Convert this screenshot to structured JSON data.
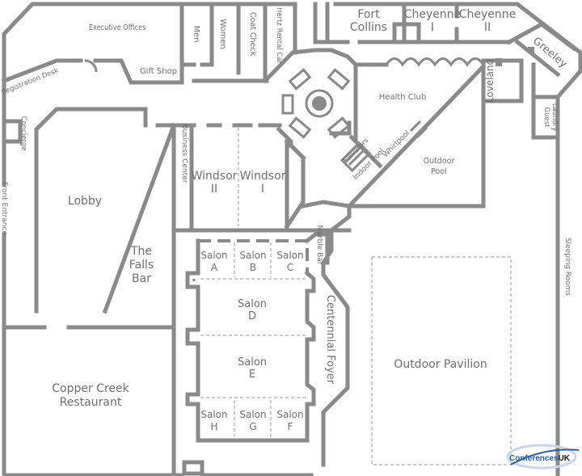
{
  "rooms": {
    "executive_offices": "Executive Offices",
    "men": "Men",
    "women": "Women",
    "coat_check": "Coat Check",
    "hertz_rental_car": "Hertz Rental Car",
    "fort_collins": [
      "Fort",
      "Collins"
    ],
    "cheyenne_1": [
      "Cheyenne",
      "I"
    ],
    "cheyenne_2": [
      "Cheyenne",
      "II"
    ],
    "greeley": "Greeley",
    "loveland": "Loveland",
    "guest_laundry": [
      "Guest",
      "Laundry"
    ],
    "registration_desk": "Registration Desk",
    "gift_shop": "Gift Shop",
    "health_club": "Health Club",
    "concierge": "Concierge",
    "elevators": "Elevators",
    "indoor_pool": "Indoor Pool",
    "whirlpool": "Whirlpool",
    "outdoor_pool": [
      "Outdoor",
      "Pool"
    ],
    "business_center": "Business Center",
    "windsor_2": [
      "Windsor",
      "II"
    ],
    "windsor_1": [
      "Windsor",
      "I"
    ],
    "front_entrance": "Front Entrance",
    "lobby": "Lobby",
    "falls_bar": [
      "The",
      "Falls",
      "Bar"
    ],
    "marble_bar": "Marble Bar",
    "sleeping_rooms": "Sleeping Rooms",
    "salon_a": [
      "Salon",
      "A"
    ],
    "salon_b": [
      "Salon",
      "B"
    ],
    "salon_c": [
      "Salon",
      "C"
    ],
    "salon_d": [
      "Salon",
      "D"
    ],
    "salon_e": [
      "Salon",
      "E"
    ],
    "salon_f": [
      "Salon",
      "F"
    ],
    "salon_g": [
      "Salon",
      "G"
    ],
    "salon_h": [
      "Salon",
      "H"
    ],
    "centennial_foyer": "Centennial Foyer",
    "outdoor_pavilion": "Outdoor Pavilion",
    "copper_creek": [
      "Copper Creek",
      "Restaurant"
    ]
  },
  "watermark": {
    "text": "Conferences",
    "suffix": "UK"
  },
  "colors": {
    "wall": "#8a8a8a",
    "label": "#6f6f6f",
    "logo_blue": "#2a5ea8"
  }
}
